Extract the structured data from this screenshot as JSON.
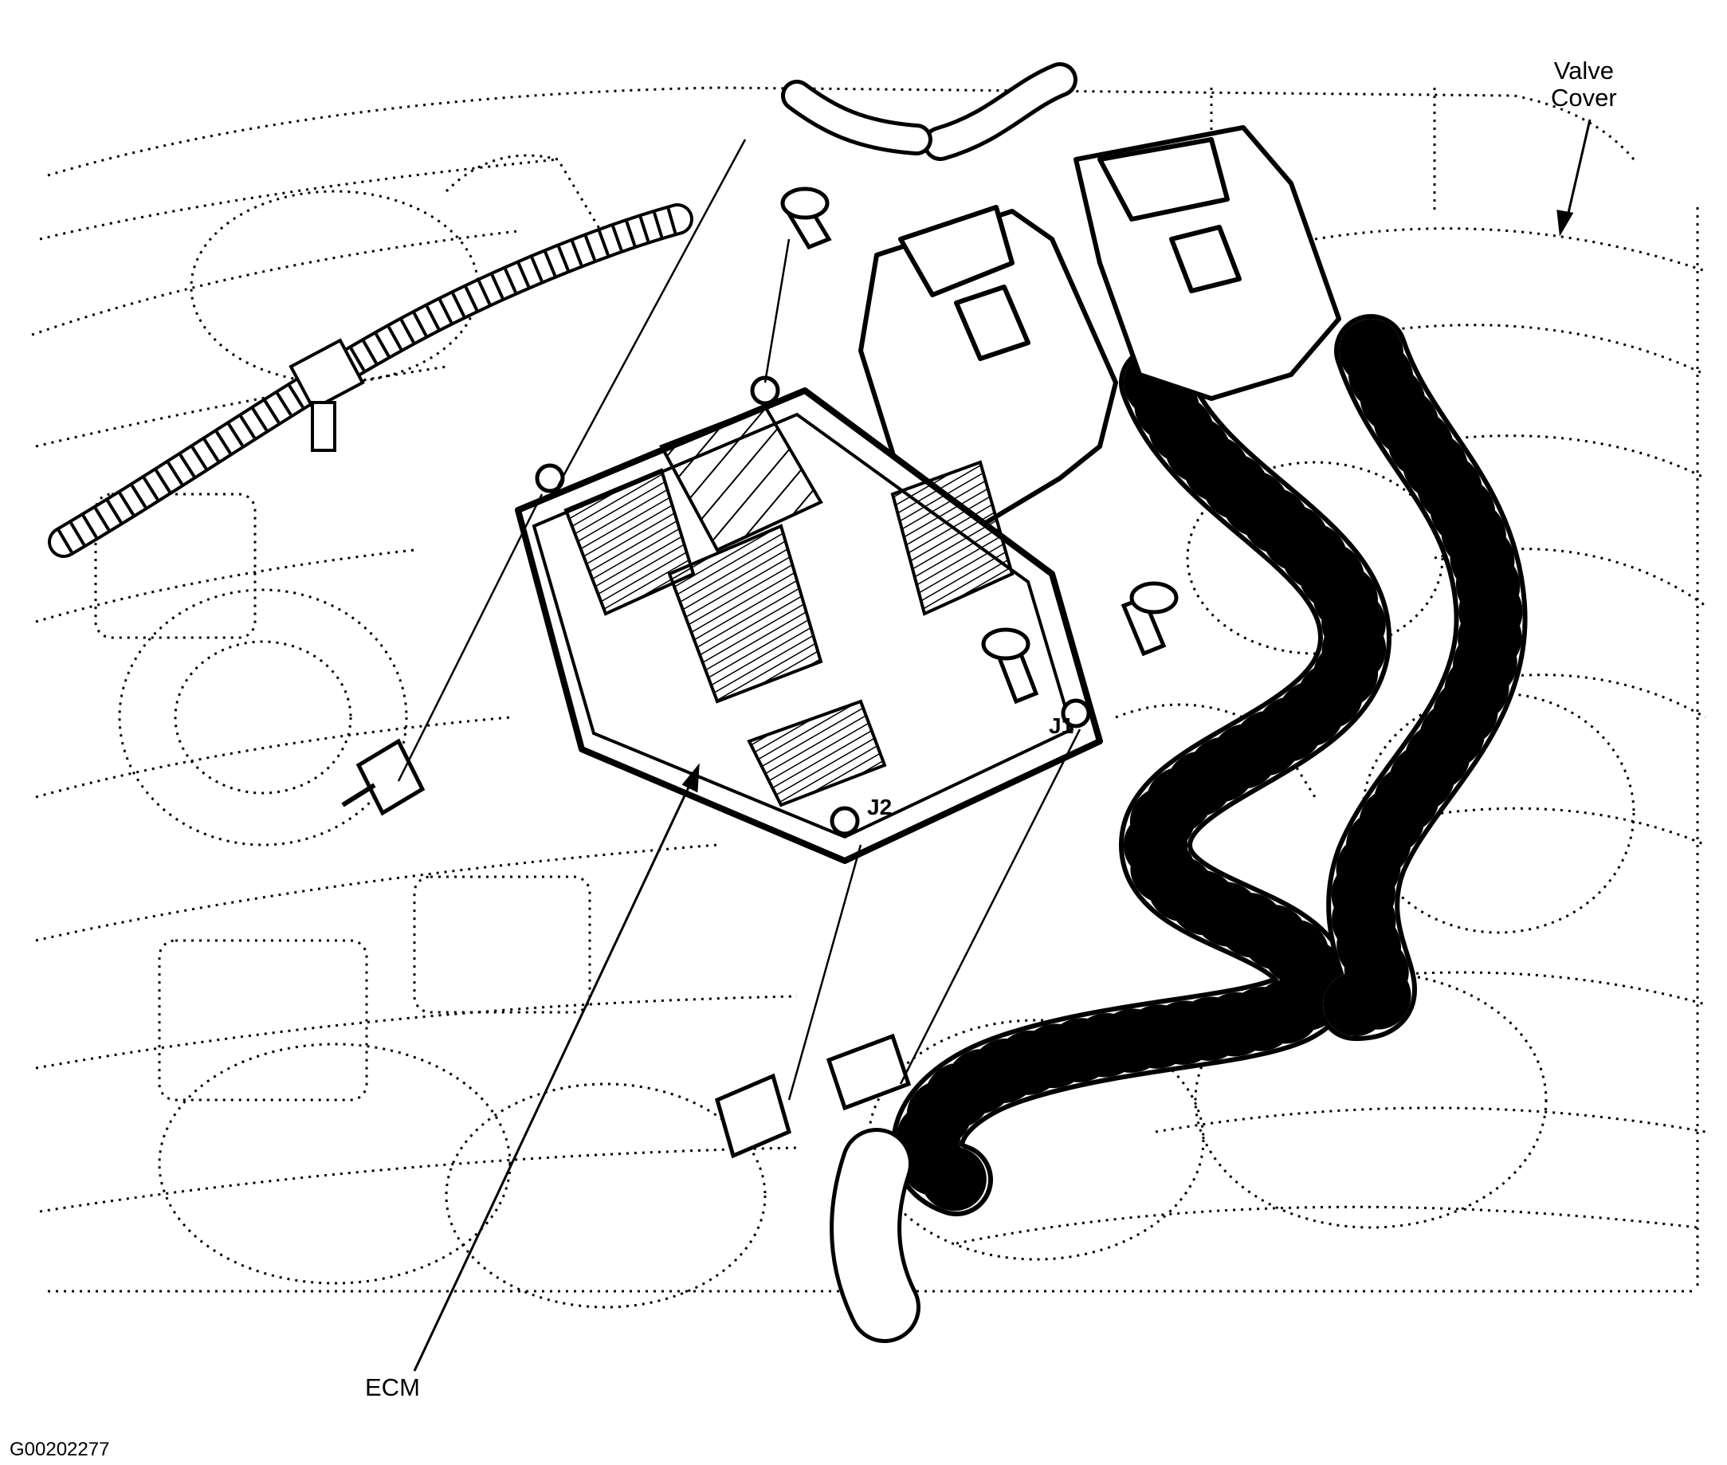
{
  "labels": {
    "valve_cover_line1": "Valve",
    "valve_cover_line2": "Cover",
    "ecm": "ECM",
    "figure_id": "G00202277"
  },
  "connector_marks": {
    "j1": "J1",
    "j2": "J2"
  },
  "colors": {
    "ink": "#000000",
    "background": "#ffffff"
  }
}
